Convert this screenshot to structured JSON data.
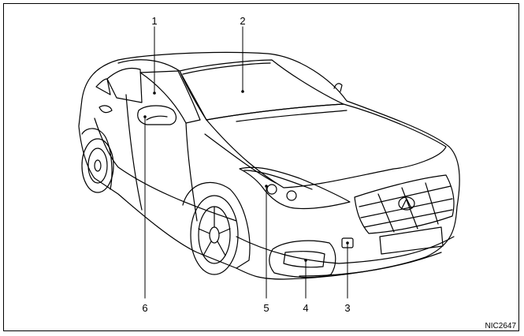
{
  "figure": {
    "code": "NIC2647",
    "callouts": [
      {
        "id": "1",
        "label": "1"
      },
      {
        "id": "2",
        "label": "2"
      },
      {
        "id": "3",
        "label": "3"
      },
      {
        "id": "4",
        "label": "4"
      },
      {
        "id": "5",
        "label": "5"
      },
      {
        "id": "6",
        "label": "6"
      }
    ]
  },
  "colors": {
    "line": "#000000",
    "background": "#ffffff"
  }
}
